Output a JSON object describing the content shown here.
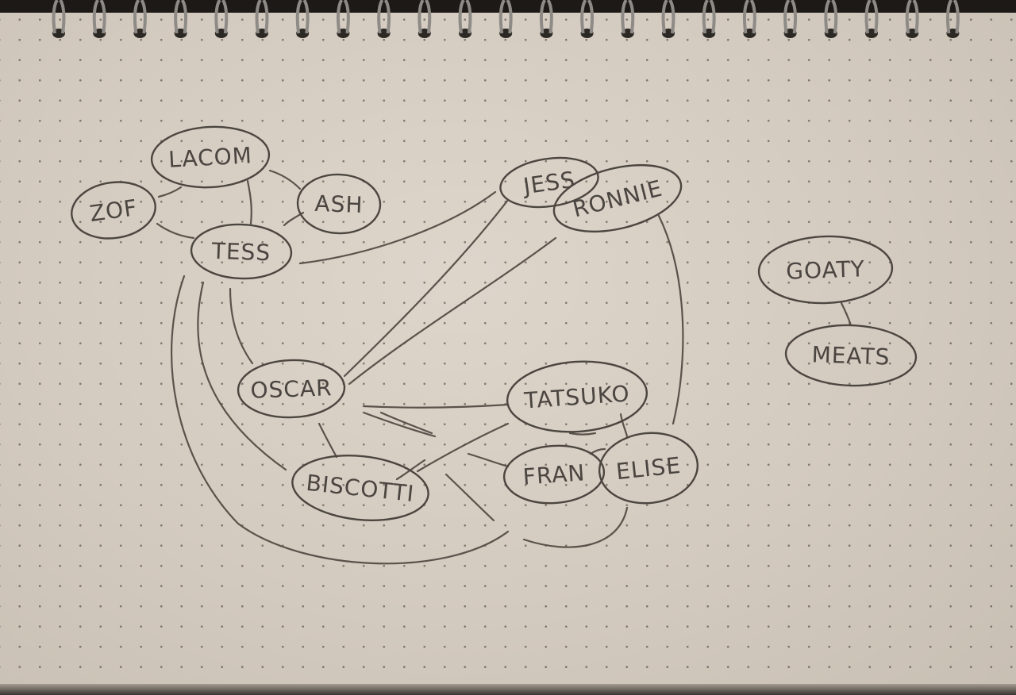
{
  "diagram": {
    "nodes": [
      {
        "id": "lacom",
        "label": "LACOM"
      },
      {
        "id": "zof",
        "label": "ZOF"
      },
      {
        "id": "ash",
        "label": "ASH"
      },
      {
        "id": "tess",
        "label": "TESS"
      },
      {
        "id": "jess",
        "label": "JESS"
      },
      {
        "id": "ronnie",
        "label": "RONNIE"
      },
      {
        "id": "oscar",
        "label": "OSCAR"
      },
      {
        "id": "biscotti",
        "label": "BISCOTTI"
      },
      {
        "id": "tatsuko",
        "label": "TATSUKO"
      },
      {
        "id": "fran",
        "label": "FRAN"
      },
      {
        "id": "elise",
        "label": "ELISE"
      },
      {
        "id": "goaty",
        "label": "GOATY"
      },
      {
        "id": "meats",
        "label": "MEATS"
      }
    ],
    "edges": [
      [
        "zof",
        "lacom"
      ],
      [
        "zof",
        "tess"
      ],
      [
        "lacom",
        "tess"
      ],
      [
        "lacom",
        "ash"
      ],
      [
        "ash",
        "tess"
      ],
      [
        "tess",
        "jess"
      ],
      [
        "tess",
        "oscar"
      ],
      [
        "tess",
        "biscotti"
      ],
      [
        "tess",
        "fran"
      ],
      [
        "jess",
        "oscar"
      ],
      [
        "ronnie",
        "oscar"
      ],
      [
        "ronnie",
        "elise"
      ],
      [
        "oscar",
        "tatsuko"
      ],
      [
        "oscar",
        "fran"
      ],
      [
        "oscar",
        "biscotti"
      ],
      [
        "biscotti",
        "tatsuko"
      ],
      [
        "biscotti",
        "fran"
      ],
      [
        "biscotti",
        "elise"
      ],
      [
        "tatsuko",
        "fran"
      ],
      [
        "tatsuko",
        "elise"
      ],
      [
        "fran",
        "elise"
      ],
      [
        "goaty",
        "meats"
      ]
    ]
  }
}
